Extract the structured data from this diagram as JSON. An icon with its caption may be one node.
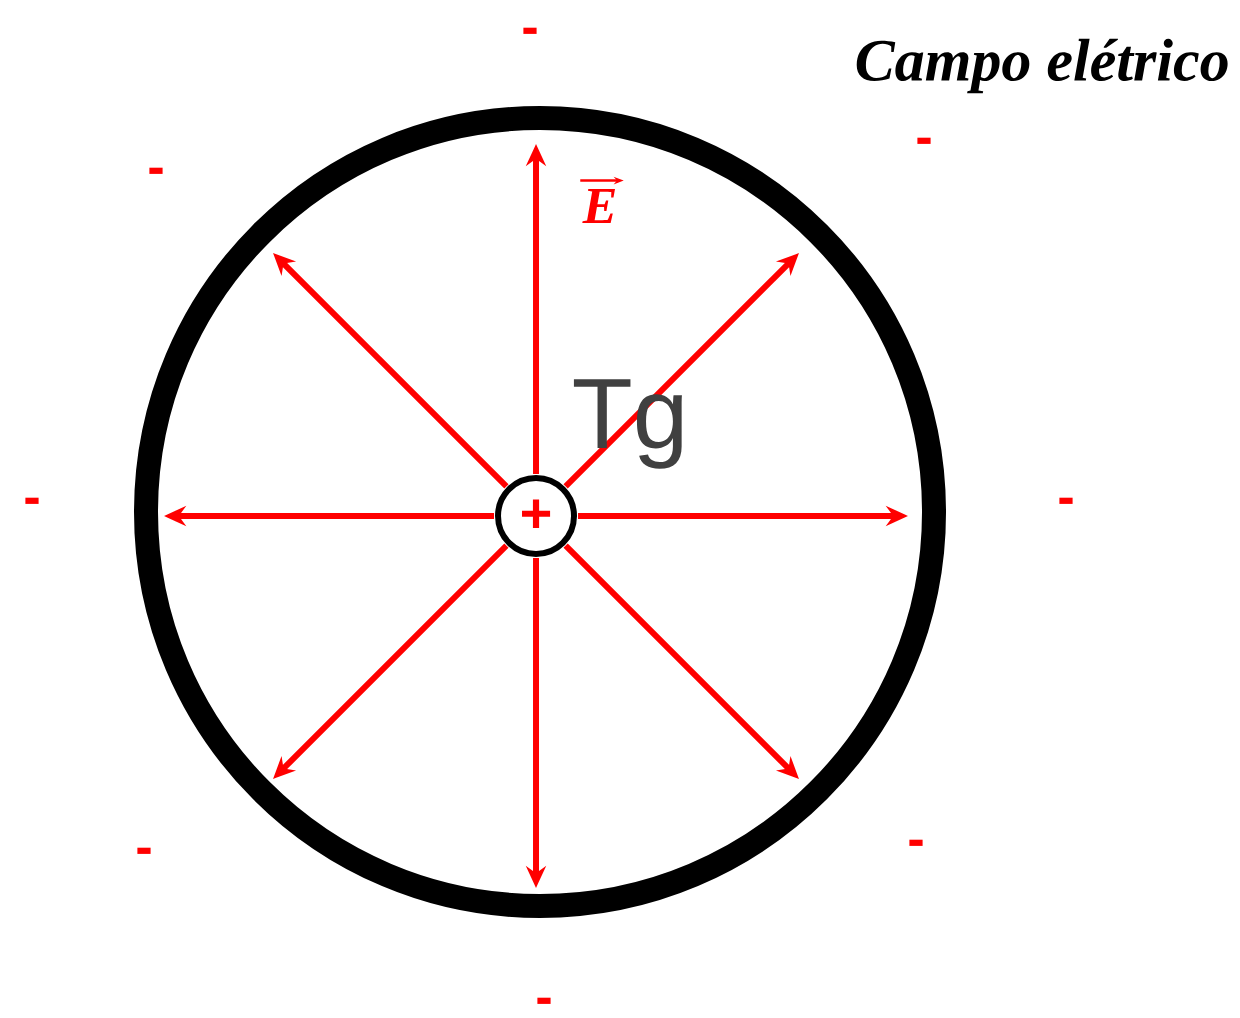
{
  "diagram": {
    "title": "Campo elétrico",
    "nodes": [
      {
        "text": [],
        "shape": "circle"
      },
      {
        "text": [
          "+"
        ],
        "in": 0
      }
    ],
    "labels": [
      "-",
      "-",
      "-",
      "E",
      "Tg",
      "-",
      "-",
      "-",
      "-",
      "-"
    ]
  }
}
